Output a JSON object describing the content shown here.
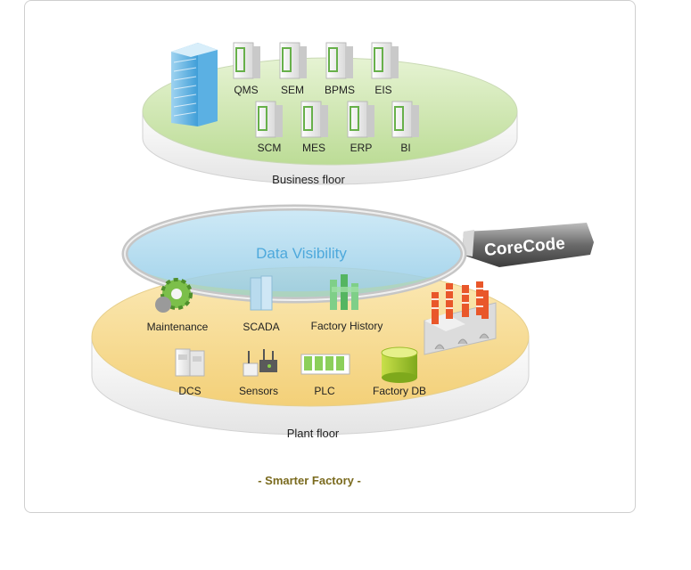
{
  "business_floor": {
    "label": "Business floor",
    "systems_row1": [
      "QMS",
      "SEM",
      "BPMS",
      "EIS"
    ],
    "systems_row2": [
      "SCM",
      "MES",
      "ERP",
      "BI"
    ]
  },
  "plant_floor": {
    "label": "Plant floor",
    "row1": [
      "Maintenance",
      "SCADA",
      "Factory History"
    ],
    "row2": [
      "DCS",
      "Sensors",
      "PLC",
      "Factory DB"
    ]
  },
  "magnifier": {
    "lens_label": "Data Visibility",
    "handle_label": "CoreCode"
  },
  "caption": "- Smarter Factory -",
  "colors": {
    "business_floor_top": "#cfe7b0",
    "plant_floor_top": "#f7dc92",
    "lens": "#a9d8ef",
    "caption": "#7a6a1e"
  }
}
